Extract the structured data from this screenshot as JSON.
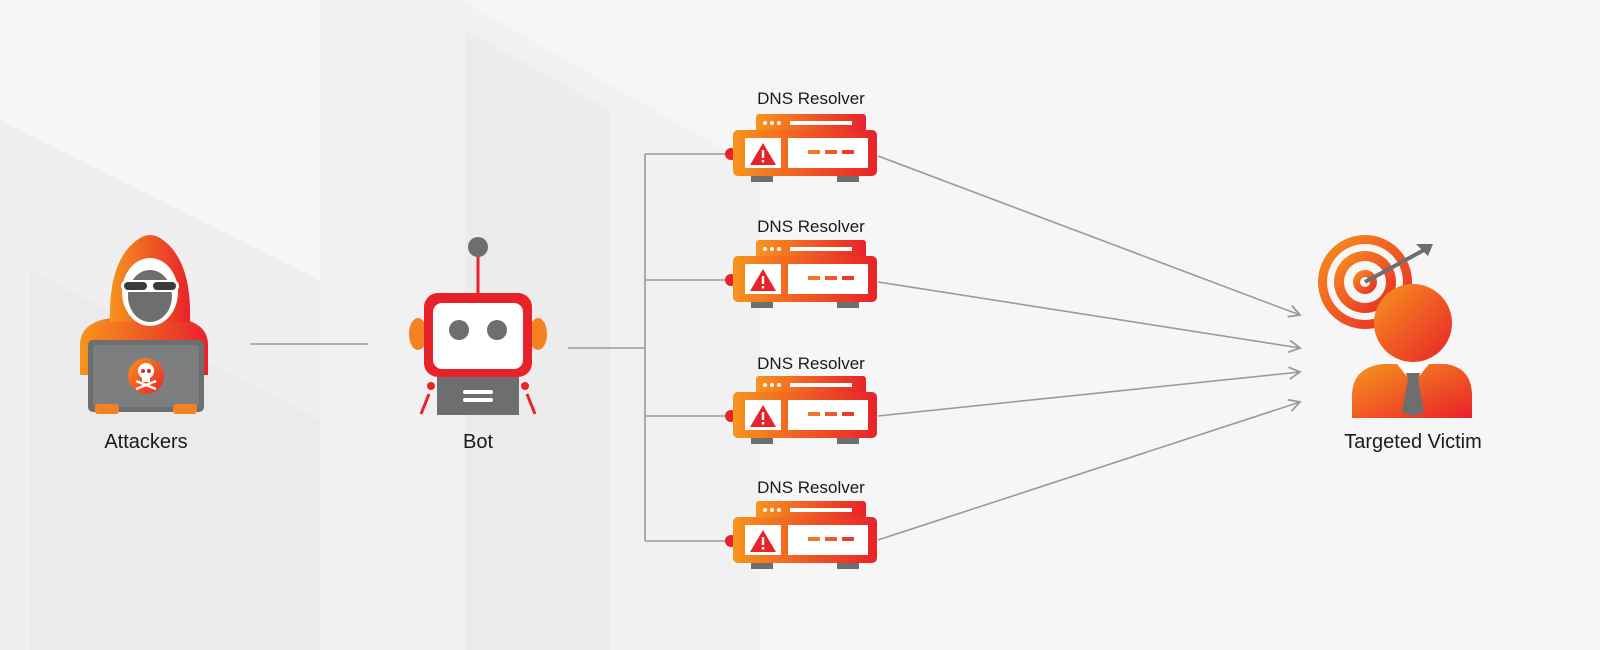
{
  "nodes": {
    "attacker": "Attackers",
    "bot": "Bot",
    "victim": "Targeted Victim"
  },
  "resolvers": [
    {
      "label": "DNS Resolver"
    },
    {
      "label": "DNS Resolver"
    },
    {
      "label": "DNS Resolver"
    },
    {
      "label": "DNS Resolver"
    }
  ],
  "colors": {
    "orange": "#f58220",
    "red": "#e8222a",
    "gray": "#6d6e70",
    "line": "#9a9a9a",
    "background": "#f6f6f6"
  },
  "icons": [
    "hacker-icon",
    "skull-icon",
    "robot-icon",
    "server-icon",
    "warning-icon",
    "target-icon",
    "person-icon"
  ]
}
